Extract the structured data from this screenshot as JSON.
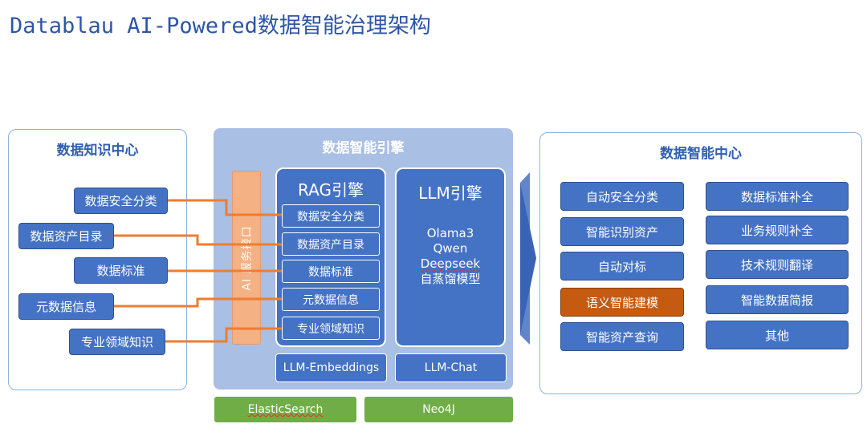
{
  "title": "Datablau AI-Powered数据智能治理架构",
  "knowledge_center": {
    "title": "数据知识中心",
    "items": [
      "数据安全分类",
      "数据资产目录",
      "数据标准",
      "元数据信息",
      "专业领域知识"
    ]
  },
  "engine": {
    "title": "数据智能引擎",
    "ai_interface": "AI 服务接口",
    "rag": {
      "title": "RAG引擎",
      "items": [
        "数据安全分类",
        "数据资产目录",
        "数据标准",
        "元数据信息",
        "专业领域知识"
      ]
    },
    "llm": {
      "title": "LLM引擎",
      "models": [
        "Olama3",
        "Qwen",
        "Deepseek",
        "自蒸馏模型"
      ]
    },
    "embeddings": "LLM-Embeddings",
    "chat": "LLM-Chat",
    "stores": [
      "ElasticSearch",
      "Neo4J"
    ]
  },
  "intelligence_center": {
    "title": "数据智能中心",
    "left_items": [
      "自动安全分类",
      "智能识别资产",
      "自动对标",
      "语义智能建模",
      "智能资产查询"
    ],
    "right_items": [
      "数据标准补全",
      "业务规则补全",
      "技术规则翻译",
      "智能数据简报",
      "其他"
    ],
    "highlighted": "语义智能建模"
  },
  "colors": {
    "box_blue": "#4472c4",
    "engine_bg": "#a9bfe4",
    "connector_orange": "#ed7d31",
    "highlight_orange": "#c55a11",
    "store_green": "#70ad47",
    "title_blue": "#2e55a8"
  }
}
